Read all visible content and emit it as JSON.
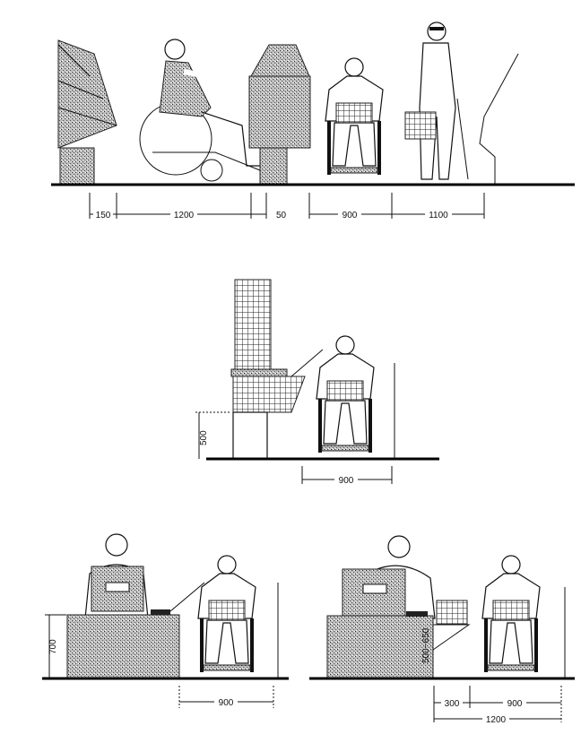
{
  "title": "Wheelchair accessible shop counter and checkout dimensions",
  "units": "mm",
  "scene_top": {
    "dimensions": [
      "150",
      "1200",
      "50",
      "900",
      "1100"
    ]
  },
  "scene_middle": {
    "height_dimension": "500",
    "width_dimension": "900"
  },
  "scene_bottom_left": {
    "height_dimension": "700",
    "width_dimension": "900"
  },
  "scene_bottom_right": {
    "height_dimension": "500~650",
    "dimensions": [
      "300",
      "900"
    ],
    "total_dimension": "1200"
  }
}
